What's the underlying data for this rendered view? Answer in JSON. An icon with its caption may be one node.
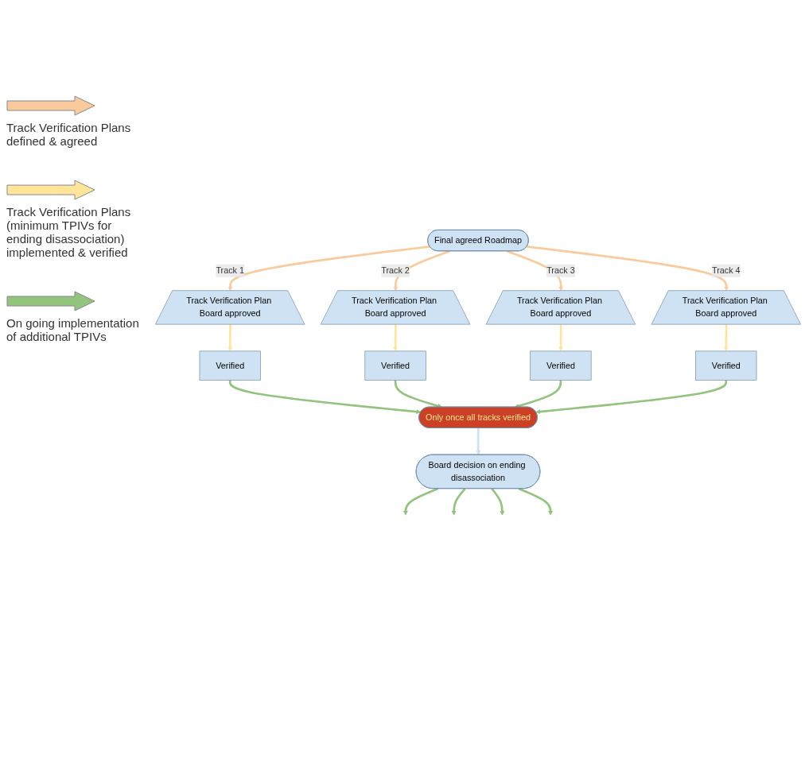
{
  "diagram": {
    "nodes": [
      {
        "text": [
          "Final agreed Roadmap"
        ]
      },
      {
        "text": [
          "Track Verification Plan Board approved"
        ]
      },
      {
        "text": [
          "Verified"
        ]
      },
      {
        "text": [
          "Track Verification Plan Board approved"
        ]
      },
      {
        "text": [
          "Verified"
        ]
      },
      {
        "text": [
          "Track Verification Plan Board approved"
        ]
      },
      {
        "text": [
          "Verified"
        ]
      },
      {
        "text": [
          "Track Verification Plan Board approved"
        ]
      },
      {
        "text": [
          "Verified"
        ]
      },
      {
        "text": [
          "Only once all tracks verified"
        ]
      },
      {
        "text": [
          "Board decision on ending disassociation"
        ]
      }
    ],
    "edges": [
      {
        "from": 0,
        "to": 1,
        "arrow": "to",
        "label": "Track 1",
        "color": "#f9cb9c"
      },
      {
        "from": 0,
        "to": 3,
        "arrow": "to",
        "label": "Track 2",
        "color": "#f9cb9c"
      },
      {
        "from": 0,
        "to": 5,
        "arrow": "to",
        "label": "Track 3",
        "color": "#f9cb9c"
      },
      {
        "from": 0,
        "to": 7,
        "arrow": "to",
        "label": "Track 4",
        "color": "#f9cb9c"
      },
      {
        "from": 1,
        "to": 2,
        "arrow": "to",
        "color": "#ffe599"
      },
      {
        "from": 3,
        "to": 4,
        "arrow": "to",
        "color": "#ffe599"
      },
      {
        "from": 5,
        "to": 6,
        "arrow": "to",
        "color": "#ffe599"
      },
      {
        "from": 7,
        "to": 8,
        "arrow": "to",
        "color": "#ffe599"
      },
      {
        "from": 2,
        "to": 9,
        "arrow": "to",
        "color": "#93c47d"
      },
      {
        "from": 4,
        "to": 9,
        "arrow": "to",
        "color": "#93c47d"
      },
      {
        "from": 6,
        "to": 9,
        "arrow": "to",
        "color": "#93c47d"
      },
      {
        "from": 8,
        "to": 9,
        "arrow": "to",
        "color": "#93c47d"
      },
      {
        "from": 9,
        "to": 10,
        "arrow": "to",
        "color": "#cfe2f3"
      },
      {
        "from": 10,
        "to": null,
        "arrow": "to",
        "color": "#93c47d"
      },
      {
        "from": 10,
        "to": null,
        "arrow": "to",
        "color": "#93c47d"
      },
      {
        "from": 10,
        "to": null,
        "arrow": "to",
        "color": "#93c47d"
      },
      {
        "from": 10,
        "to": null,
        "arrow": "to",
        "color": "#93c47d"
      }
    ],
    "legend": [
      {
        "text": "Track Verification Plans defined & agreed",
        "color": "#f9cb9c"
      },
      {
        "text": "Track Verification Plans (minimum TPIVs for ending disassociation) implemented & verified",
        "color": "#ffe599"
      },
      {
        "text": "On going implementation of additional TPIVs",
        "color": "#93c47d"
      }
    ]
  }
}
